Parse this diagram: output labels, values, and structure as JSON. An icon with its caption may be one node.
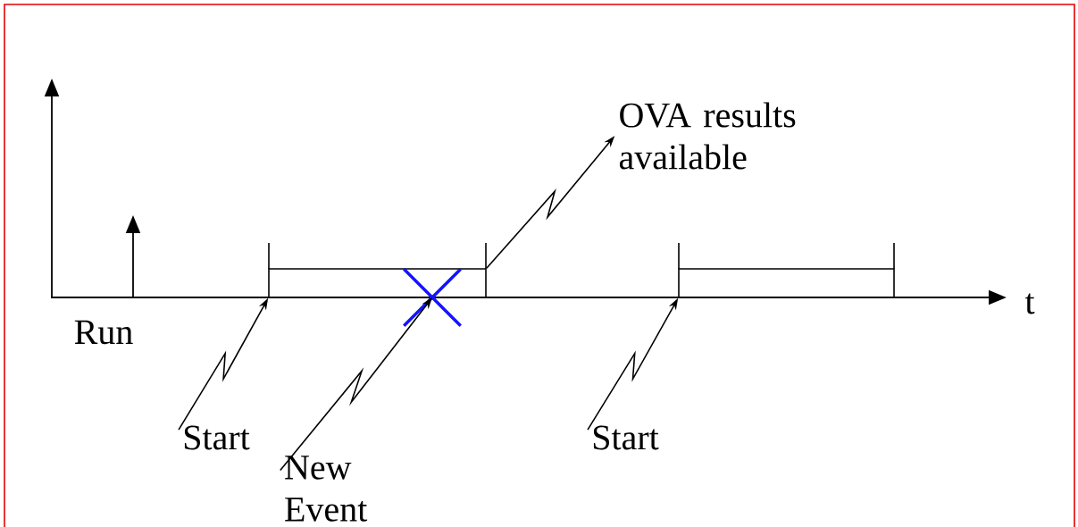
{
  "diagram": {
    "nodes": [
      {
        "text": [
          "OVA results available"
        ]
      },
      {
        "text": [
          "Start"
        ]
      },
      {
        "text": [
          "New Event"
        ]
      },
      {
        "text": [
          "Start"
        ]
      },
      {
        "text": [],
        "shape": "bar"
      },
      {
        "text": [],
        "shape": "cross"
      },
      {
        "text": [],
        "shape": "bar"
      }
    ],
    "edges": [
      {
        "from": 4,
        "to": 0,
        "arrow": "to"
      },
      {
        "from": 1,
        "to": 4,
        "arrow": "to"
      },
      {
        "from": 2,
        "to": 5,
        "arrow": "to"
      },
      {
        "from": 3,
        "to": 6,
        "arrow": "to"
      }
    ],
    "labels": [
      "Run",
      "t"
    ]
  }
}
